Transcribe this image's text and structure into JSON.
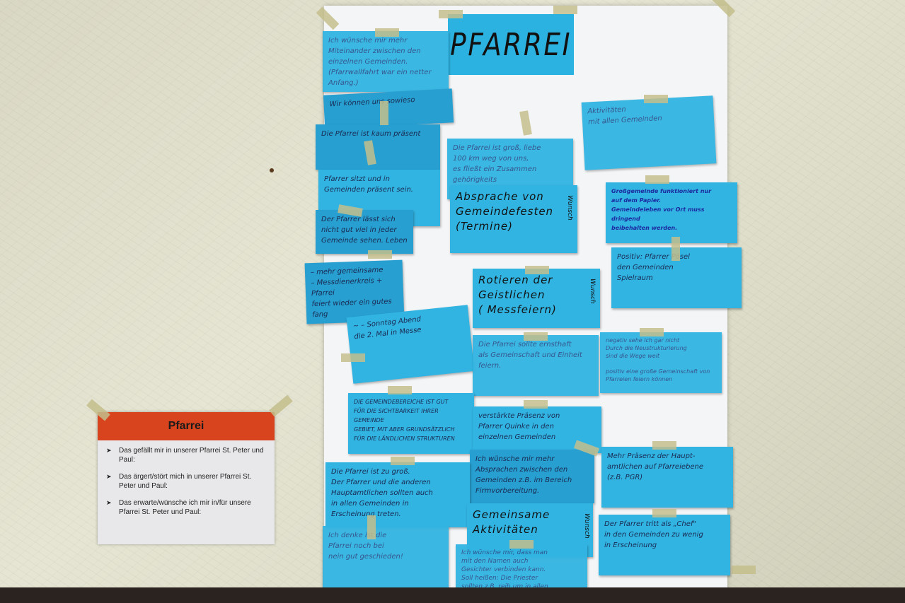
{
  "poster": {
    "title": "PFARREI"
  },
  "info_card": {
    "header": "Pfarrei",
    "items": [
      "Das gefällt mir in unserer Pfarrei St. Peter und Paul:",
      "Das ärgert/stört mich in unserer Pfarrei St. Peter und Paul:",
      "Das erwarte/wünsche ich mir in/für unsere Pfarrei St. Peter und Paul:"
    ]
  },
  "notes": [
    "Ich wünsche mir mehr\nMiteinander zwischen den\neinzelnen Gemeinden.\n(Pfarrwallfahrt war ein netter\nAnfang.)",
    "Wir können uns sowieso",
    "Die Pfarrei ist kaum präsent",
    "Pfarrer sitzt und in\nGemeinden präsent sein.",
    "Der Pfarrer lässt sich\nnicht gut viel in jeder\nGemeinde sehen. Leben",
    "– mehr gemeinsame\n– Messdienerkreis + Pfarrei\nfeiert wieder ein gutes\nfang",
    "~ – Sonntag Abend\ndie 2. Mal in Messe",
    "Die Pfarrei ist groß, liebe\n100 km weg von uns,\nes fließt ein Zusammen gehörigkeits\ngefühl",
    "Absprache von\nGemeindefesten\n(Termine)",
    "Rotieren der\nGeistlichen\n( Messfeiern)",
    "Die Pfarrei sollte ernsthaft\nals Gemeinschaft und Einheit\nfeiern.",
    "Aktivitäten\nmit allen Gemeinden",
    "Großgemeinde funktioniert nur\nauf dem Papier.\nGemeindeleben vor Ort muss dringend\nbeibehalten werden.",
    "Positiv: Pfarrer Pösel\nden Gemeinden\nSpielraum",
    "negativ  sehe ich gar nicht\nDurch die Neustrukturierung\nsind die Wege weit\n\npositiv  eine große Gemeinschaft von\nPfarreien feiern können",
    "DIE GEMEINDEBEREICHE IST GUT\nFÜR DIE SICHTBARKEIT IHRER GEMEINDE\nGEBIET, MIT ABER GRUNDSÄTZLICH\nFÜR DIE LÄNDLICHEN STRUKTUREN",
    "verstärkte Präsenz von\nPfarrer Quinke in den\neinzelnen Gemeinden",
    "Ich wünsche mir mehr\nAbsprachen zwischen den\nGemeinden z.B. im Bereich\nFirmvorbereitung.",
    "Mehr Präsenz der Haupt-\namtlichen auf Pfarreiebene\n(z.B. PGR)",
    "Die Pfarrei ist zu groß.\nDer Pfarrer und die anderen\nHauptamtlichen sollten auch\nin allen Gemeinden in\nErscheinung treten.",
    "Gemeinsame\nAktivitäten",
    "Der Pfarrer tritt als „Chef\"\nin den Gemeinden zu wenig\nin Erscheinung",
    "Ich denke ist die\nPfarrei noch bei\nnein gut geschieden!",
    "Ich wünsche mir, dass man\nmit den Namen auch\nGesichter verbinden kann.\nSoll heißen: Die Priester\nsollten z.B. reih um in allen\nGemeinden Dienst tun."
  ],
  "tags": [
    "Wunsch",
    "Wunsch",
    "Wunsch"
  ]
}
